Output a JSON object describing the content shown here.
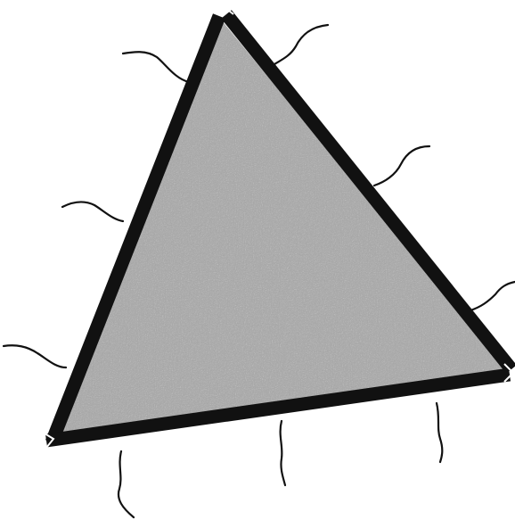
{
  "colors": {
    "background": "#ffffff",
    "fill": "#a9a9a9",
    "fill_speckle": "#7a7a7a",
    "edge": "#111111",
    "strand": "#111111"
  },
  "diagram": {
    "shape": "triangle",
    "edge_count": 3,
    "strand_count": 9
  }
}
